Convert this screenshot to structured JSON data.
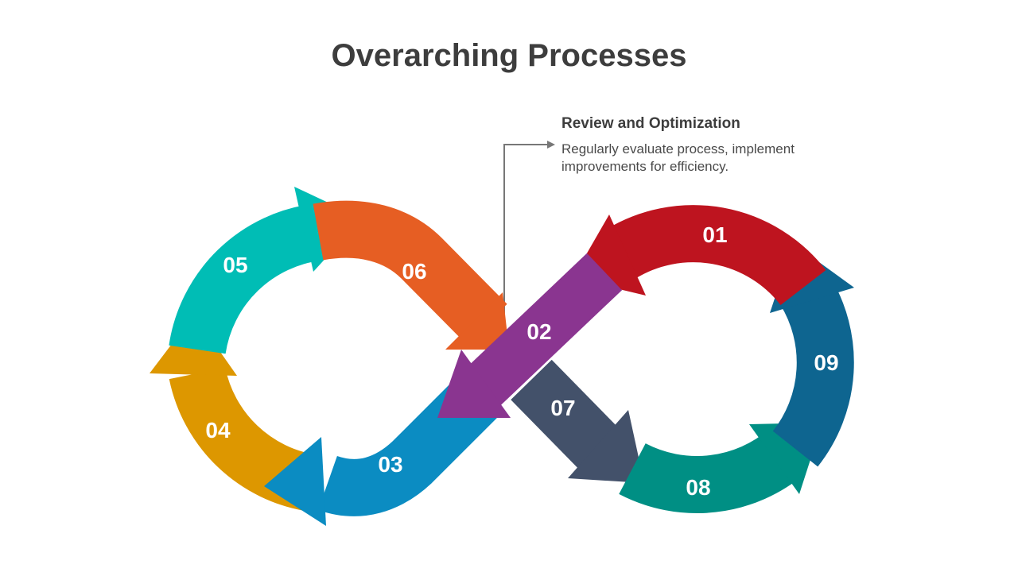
{
  "title": "Overarching Processes",
  "callout": {
    "heading": "Review and Optimization",
    "text": "Regularly evaluate process, implement improvements for efficiency."
  },
  "segments": [
    {
      "label": "01",
      "color": "#be141f"
    },
    {
      "label": "02",
      "color": "#8a3590"
    },
    {
      "label": "03",
      "color": "#0b8cc2"
    },
    {
      "label": "04",
      "color": "#dd9700"
    },
    {
      "label": "05",
      "color": "#00bdb5"
    },
    {
      "label": "06",
      "color": "#e65e23"
    },
    {
      "label": "07",
      "color": "#43516a"
    },
    {
      "label": "08",
      "color": "#008f84"
    },
    {
      "label": "09",
      "color": "#0e6590"
    }
  ],
  "colors": {
    "title": "#3d3d3d",
    "connector": "#777777"
  }
}
